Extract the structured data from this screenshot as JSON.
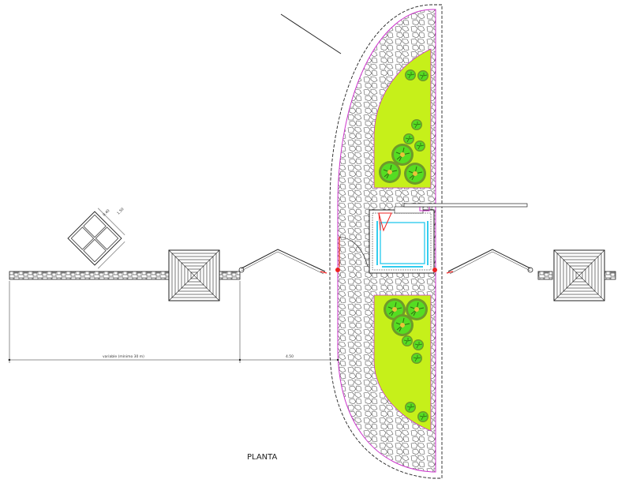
{
  "drawing": {
    "title": "PLANTA",
    "dim_left": "variable (mínimo 30 m)",
    "dim_right": "4.50",
    "tile_dim_1": "0.40",
    "tile_dim_2": "1.50"
  },
  "colors": {
    "lawn": "#c6f01a",
    "lawn_edge": "#cc33cc",
    "shrub_dark": "#6e9a2a",
    "shrub_light": "#55dd22",
    "glass": "#33ccee",
    "marker": "#ee2222",
    "stone": "#555555",
    "line": "#222222"
  },
  "icons": [
    "shrub-icon",
    "post-marker-icon",
    "pyramid-pillar-icon",
    "gate-arm-icon"
  ]
}
